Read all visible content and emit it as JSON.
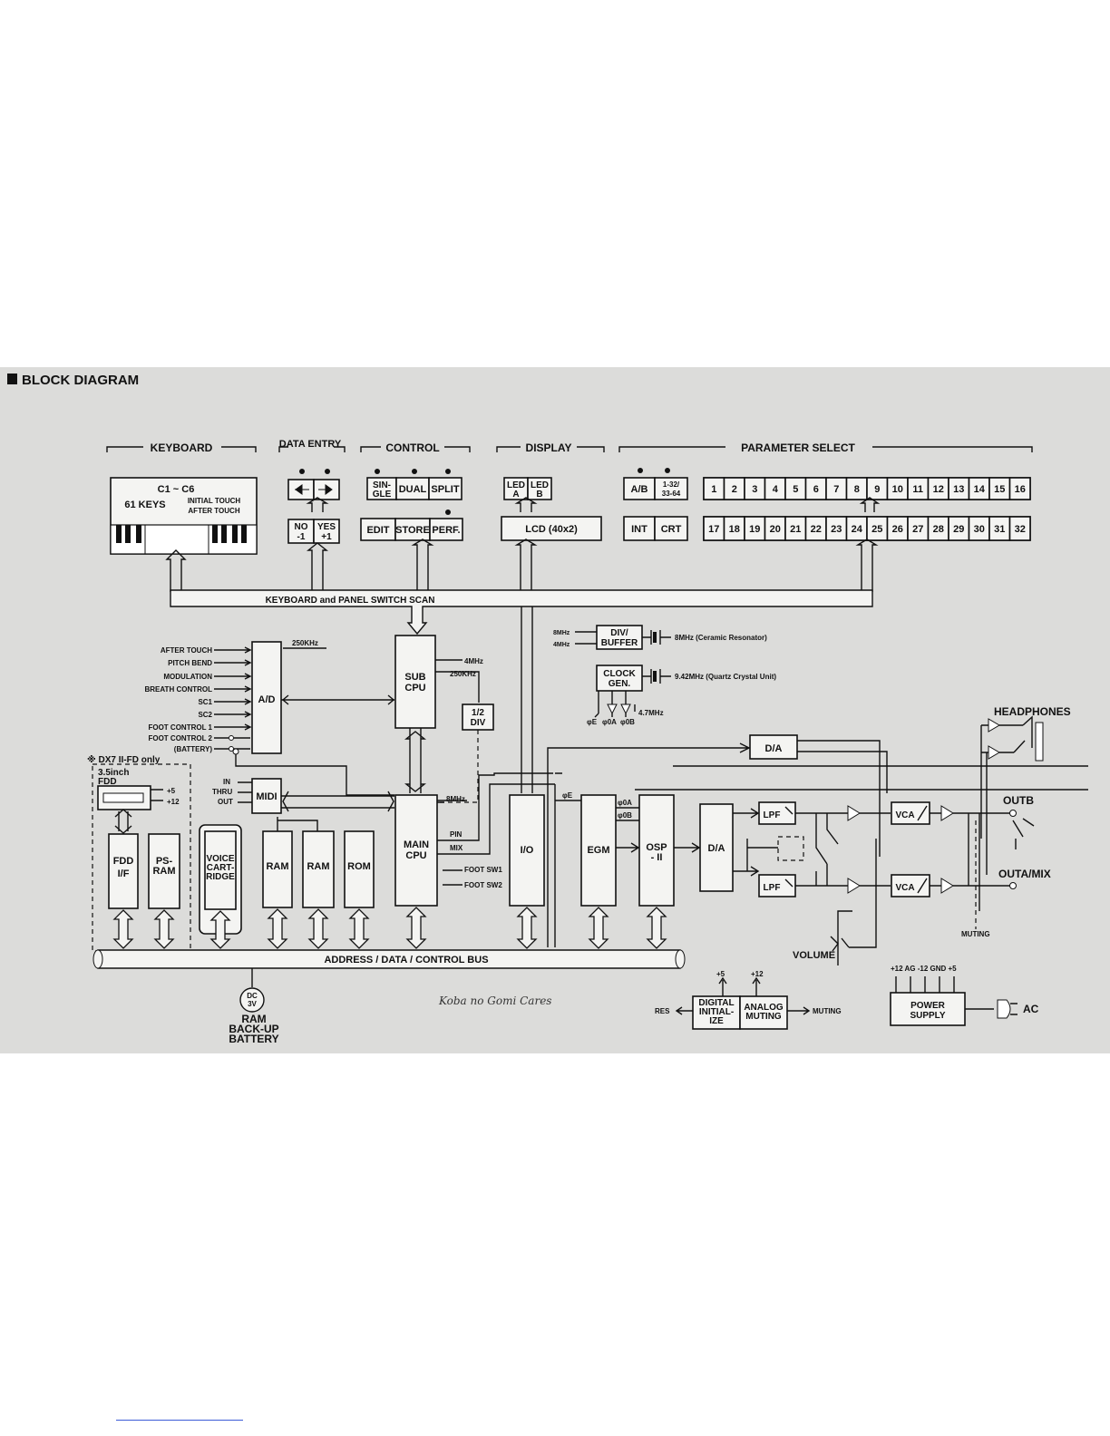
{
  "title": "BLOCK DIAGRAM",
  "groups": {
    "keyboard": "KEYBOARD",
    "data_entry": "DATA ENTRY",
    "control": "CONTROL",
    "display": "DISPLAY",
    "parameter_select": "PARAMETER SELECT"
  },
  "keyboard_block": {
    "range": "C1 ~ C6",
    "keys": "61 KEYS",
    "touch1": "INITIAL TOUCH",
    "touch2": "AFTER TOUCH"
  },
  "data_entry_keys": {
    "no": "NO",
    "minus1": "-1",
    "yes": "YES",
    "plus1": "+1"
  },
  "control_keys": {
    "single": "SIN-GLE",
    "dual": "DUAL",
    "split": "SPLIT",
    "edit": "EDIT",
    "store": "STORE",
    "perf": "PERF."
  },
  "display_parts": {
    "led_a": "LED A",
    "led_b": "LED B",
    "lcd": "LCD   (40x2)"
  },
  "parameter_keys": {
    "ab": "A/B",
    "range": "1-32/ 33-64",
    "int": "INT",
    "crt": "CRT",
    "row1": [
      "1",
      "2",
      "3",
      "4",
      "5",
      "6",
      "7",
      "8",
      "9",
      "10",
      "11",
      "12",
      "13",
      "14",
      "15",
      "16"
    ],
    "row2": [
      "17",
      "18",
      "19",
      "20",
      "21",
      "22",
      "23",
      "24",
      "25",
      "26",
      "27",
      "28",
      "29",
      "30",
      "31",
      "32"
    ]
  },
  "scan_bus": "KEYBOARD and PANEL SWITCH SCAN",
  "analog_inputs": [
    "AFTER TOUCH",
    "PITCH BEND",
    "MODULATION",
    "BREATH CONTROL",
    "SC1",
    "SC2",
    "FOOT CONTROL 1",
    "FOOT CONTROL 2",
    "(BATTERY)"
  ],
  "blocks": {
    "ad": "A/D",
    "ad_clock": "250KHz",
    "sub_cpu": "SUB CPU",
    "sub_clk1": "4MHz",
    "sub_clk2": "250KHz",
    "div2": "1/2 DIV",
    "main_cpu": "MAIN CPU",
    "main_clk": "8MHz",
    "midi": "MIDI",
    "midi_in": "IN",
    "midi_thru": "THRU",
    "midi_out": "OUT",
    "fd_note": "※ DX7 II-FD only",
    "fdd": "3.5inch FDD",
    "fdd_p5": "+5",
    "fdd_p12": "+12",
    "fdd_if": "FDD I/F",
    "ps_ram": "PS- RAM",
    "voice_cart": "VOICE CART- RIDGE",
    "ram1": "RAM",
    "ram2": "RAM",
    "rom": "ROM",
    "pin": "PIN",
    "mix": "MIX",
    "foot_sw1": "FOOT SW1",
    "foot_sw2": "FOOT SW2",
    "io": "I/O",
    "egm": "EGM",
    "osp": "OSP - II",
    "da1": "D/A",
    "da2": "D/A",
    "lpf1": "LPF",
    "lpf2": "LPF",
    "vca1": "VCA",
    "vca2": "VCA",
    "div_buffer": "DIV/ BUFFER",
    "div_8mhz_a": "8MHz",
    "div_4mhz": "4MHz",
    "resonator": "8MHz (Ceramic Resonator)",
    "clock_gen": "CLOCK GEN.",
    "crystal": "9.42MHz (Quartz Crystal Unit)",
    "phi_e": "φE",
    "phi_0a": "φ0A",
    "phi_0b": "φ0B",
    "clk_47": "4.7MHz",
    "egm_phi_e": "φE",
    "osp_phi_0a": "φ0A",
    "osp_phi_0b": "φ0B",
    "headphones": "HEADPHONES",
    "outb": "OUTB",
    "outa_mix": "OUTA/MIX",
    "muting": "MUTING",
    "volume": "VOLUME",
    "address_bus": "ADDRESS / DATA / CONTROL BUS",
    "dc3v": "DC 3V",
    "ram_backup": "RAM BACK-UP BATTERY",
    "digital_init": "DIGITAL INITIAL- IZE",
    "analog_muting": "ANALOG MUTING",
    "res": "RES",
    "di_p5": "+5",
    "di_p12": "+12",
    "muting_out": "MUTING",
    "power_supply": "POWER SUPPLY",
    "ps_rails": "+12  AG  -12  GND  +5",
    "ac": "AC"
  },
  "signature": "Koba no Gomi Cares"
}
